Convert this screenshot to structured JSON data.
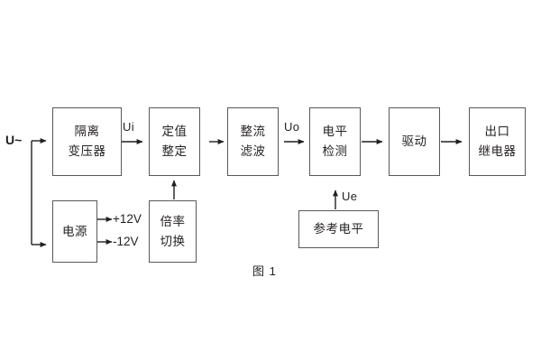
{
  "figure": {
    "caption": "图 1",
    "background_color": "#ffffff",
    "line_color": "#58595b",
    "text_color": "#231f20"
  },
  "source": {
    "label": "U~"
  },
  "blocks": {
    "isolation_transformer": {
      "line1": "隔离",
      "line2": "变压器"
    },
    "setting_value": {
      "line1": "定值",
      "line2": "整定"
    },
    "rectify_filter": {
      "line1": "整流",
      "line2": "滤波"
    },
    "level_detect": {
      "line1": "电平",
      "line2": "检测"
    },
    "driver": {
      "line1": "驱动",
      "line2": ""
    },
    "output_relay": {
      "line1": "出口",
      "line2": "继电器"
    },
    "power_supply": {
      "line1": "电源",
      "line2": ""
    },
    "multiplier_switch": {
      "line1": "倍率",
      "line2": "切换"
    },
    "reference_level": {
      "line1": "参考电平",
      "line2": ""
    }
  },
  "signals": {
    "ui": "Ui",
    "uo": "Uo",
    "ue": "Ue",
    "rail_positive": "+12V",
    "rail_negative": "-12V"
  }
}
